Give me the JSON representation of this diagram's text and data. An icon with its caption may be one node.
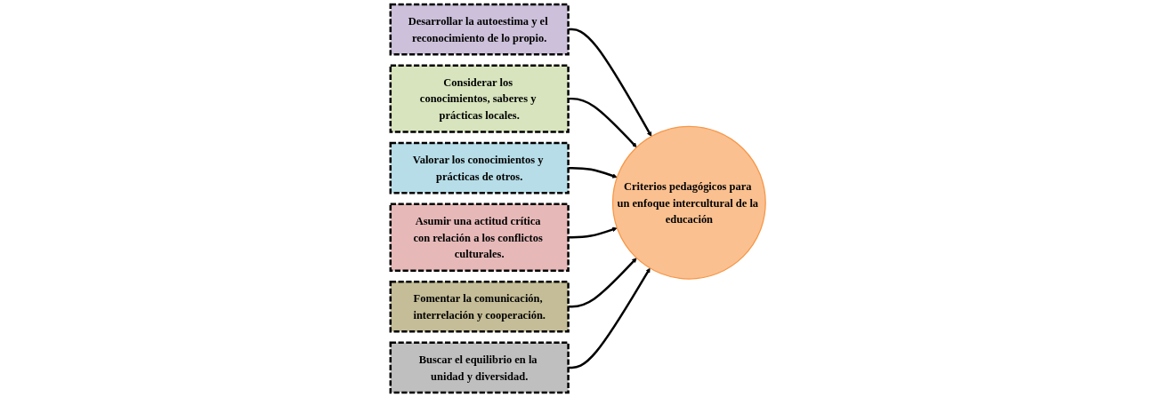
{
  "diagram": {
    "nodes": [
      {
        "text": [
          "Desarrollar la autoestima y el reconocimiento de lo propio."
        ]
      },
      {
        "text": [
          "Considerar los conocimientos, saberes y prácticas locales."
        ]
      },
      {
        "text": [
          "Valorar los conocimientos y prácticas de otros."
        ]
      },
      {
        "text": [
          "Criterios pedagógicos para un enfoque intercultural de la educación"
        ]
      },
      {
        "text": [
          "Asumir una actitud crítica con relación a los conflictos culturales."
        ]
      },
      {
        "text": [
          "Fomentar la comunicación, interrelación y cooperación."
        ]
      },
      {
        "text": [
          "Buscar el equilibrio en la unidad y diversidad."
        ]
      }
    ],
    "edges": [
      {
        "from": 0,
        "to": 3,
        "arrow": "to"
      },
      {
        "from": 1,
        "to": 3,
        "arrow": "to"
      },
      {
        "from": 2,
        "to": 3,
        "arrow": "to"
      },
      {
        "from": 4,
        "to": 3,
        "arrow": "to"
      },
      {
        "from": 5,
        "to": 3,
        "arrow": "to"
      },
      {
        "from": 6,
        "to": 3,
        "arrow": "to"
      }
    ]
  }
}
